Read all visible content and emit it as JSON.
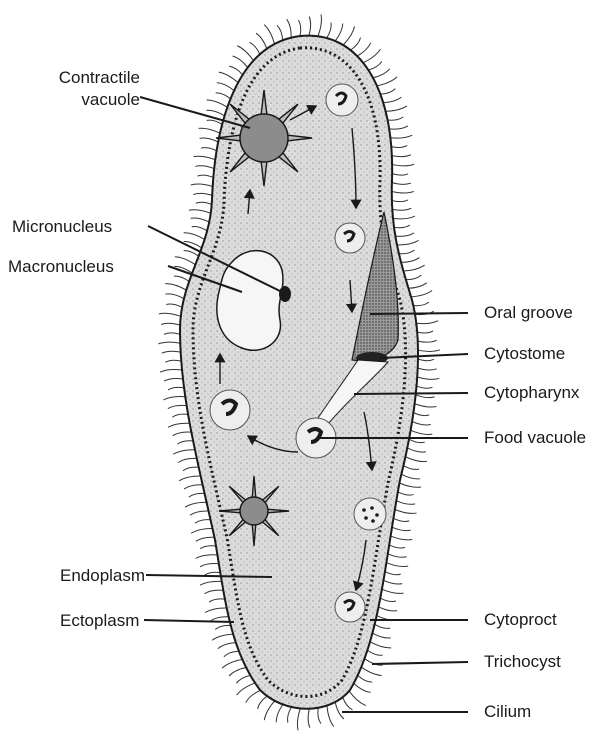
{
  "labels": {
    "contractile_vacuole_1": "Contractile",
    "contractile_vacuole_2": "vacuole",
    "micronucleus": "Micronucleus",
    "macronucleus": "Macronucleus",
    "endoplasm": "Endoplasm",
    "ectoplasm": "Ectoplasm",
    "oral_groove": "Oral groove",
    "cytostome": "Cytostome",
    "cytopharynx": "Cytopharynx",
    "food_vacuole": "Food vacuole",
    "cytoproct": "Cytoproct",
    "trichocyst": "Trichocyst",
    "cilium": "Cilium"
  },
  "colors": {
    "ink": "#1a1a1a",
    "cytoplasm": "#d9d9d9",
    "vacuole": "#8c8c8c",
    "nucleus": "#f4f4f4"
  }
}
